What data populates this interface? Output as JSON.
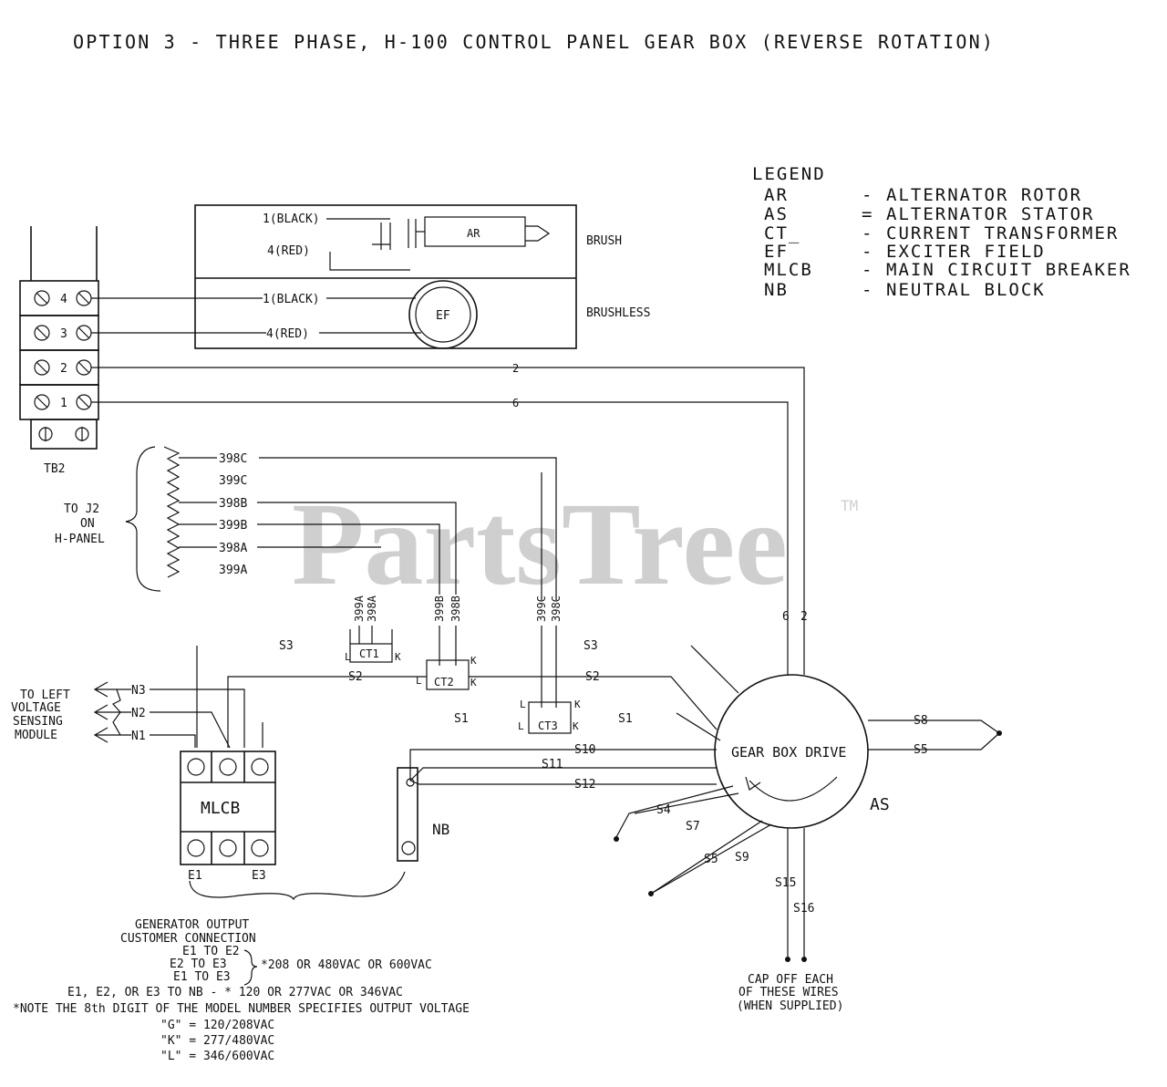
{
  "title": "OPTION 3 - THREE PHASE, H-100 CONTROL PANEL GEAR BOX (REVERSE ROTATION)",
  "watermark": {
    "text": "PartsTree",
    "tm": "TM",
    "color": "#c8c8c8"
  },
  "legend": {
    "heading": "LEGEND",
    "items": [
      {
        "code": "AR",
        "sep": "-",
        "desc": "ALTERNATOR ROTOR"
      },
      {
        "code": "AS",
        "sep": "=",
        "desc": "ALTERNATOR STATOR"
      },
      {
        "code": "CT_",
        "sep": "-",
        "desc": "CURRENT TRANSFORMER"
      },
      {
        "code": "EF",
        "sep": "-",
        "desc": "EXCITER FIELD"
      },
      {
        "code": "MLCB",
        "sep": "-",
        "desc": "MAIN CIRCUIT BREAKER"
      },
      {
        "code": "NB",
        "sep": "-",
        "desc": "NEUTRAL BLOCK"
      }
    ]
  },
  "terminal_block": {
    "label": "TB2",
    "terminals": [
      "4",
      "3",
      "2",
      "1"
    ]
  },
  "rotor": {
    "brush_label": "BRUSH",
    "brushless_label": "BRUSHLESS",
    "brush_wires": [
      "1(BLACK)",
      "4(RED)"
    ],
    "brushless_wires": [
      "1(BLACK)",
      "4(RED)"
    ],
    "ar": "AR",
    "ef": "EF"
  },
  "wires": {
    "w2": "2",
    "w6": "6",
    "s1": "S1",
    "s2": "S2",
    "s3": "S3",
    "s4": "S4",
    "s5": "S5",
    "s7": "S7",
    "s8": "S8",
    "s9": "S9",
    "s10": "S10",
    "s11": "S11",
    "s12": "S12",
    "s15": "S15",
    "s16": "S16",
    "s5b": "S5"
  },
  "j2": {
    "lines": [
      "TO J2",
      "ON",
      "H-PANEL"
    ],
    "wires": [
      "398C",
      "399C",
      "398B",
      "399B",
      "398A",
      "399A"
    ]
  },
  "ct": {
    "ct1": "CT1",
    "ct2": "CT2",
    "ct3": "CT3",
    "ct1_wires": [
      "399A",
      "398A"
    ],
    "ct2_wires": [
      "399B",
      "398B"
    ],
    "ct3_wires": [
      "399C",
      "398C"
    ],
    "l": "L",
    "k": "K"
  },
  "voltage_module": {
    "lines": [
      "TO LEFT",
      "VOLTAGE",
      "SENSING",
      "MODULE"
    ],
    "wires": [
      "N3",
      "N2",
      "N1"
    ]
  },
  "mlcb": {
    "label": "MLCB",
    "e1": "E1",
    "e3": "E3"
  },
  "nb": {
    "label": "NB"
  },
  "stator": {
    "label": "GEAR BOX DRIVE",
    "as": "AS",
    "cap_note": [
      "CAP OFF EACH",
      "OF THESE WIRES",
      "(WHEN SUPPLIED)"
    ]
  },
  "notes": {
    "output_title": [
      "GENERATOR OUTPUT",
      "CUSTOMER CONNECTION"
    ],
    "pairs": [
      "E1 TO E2",
      "E2 TO E3",
      "E1 TO E3"
    ],
    "pairs_voltage": "*208 OR 480VAC OR 600VAC",
    "nb_line": "E1, E2, OR E3 TO NB - * 120 OR 277VAC OR 346VAC",
    "digit_note": "*NOTE THE 8th DIGIT OF THE MODEL NUMBER SPECIFIES OUTPUT VOLTAGE",
    "codes": [
      "\"G\" = 120/208VAC",
      "\"K\" = 277/480VAC",
      "\"L\" = 346/600VAC"
    ]
  }
}
